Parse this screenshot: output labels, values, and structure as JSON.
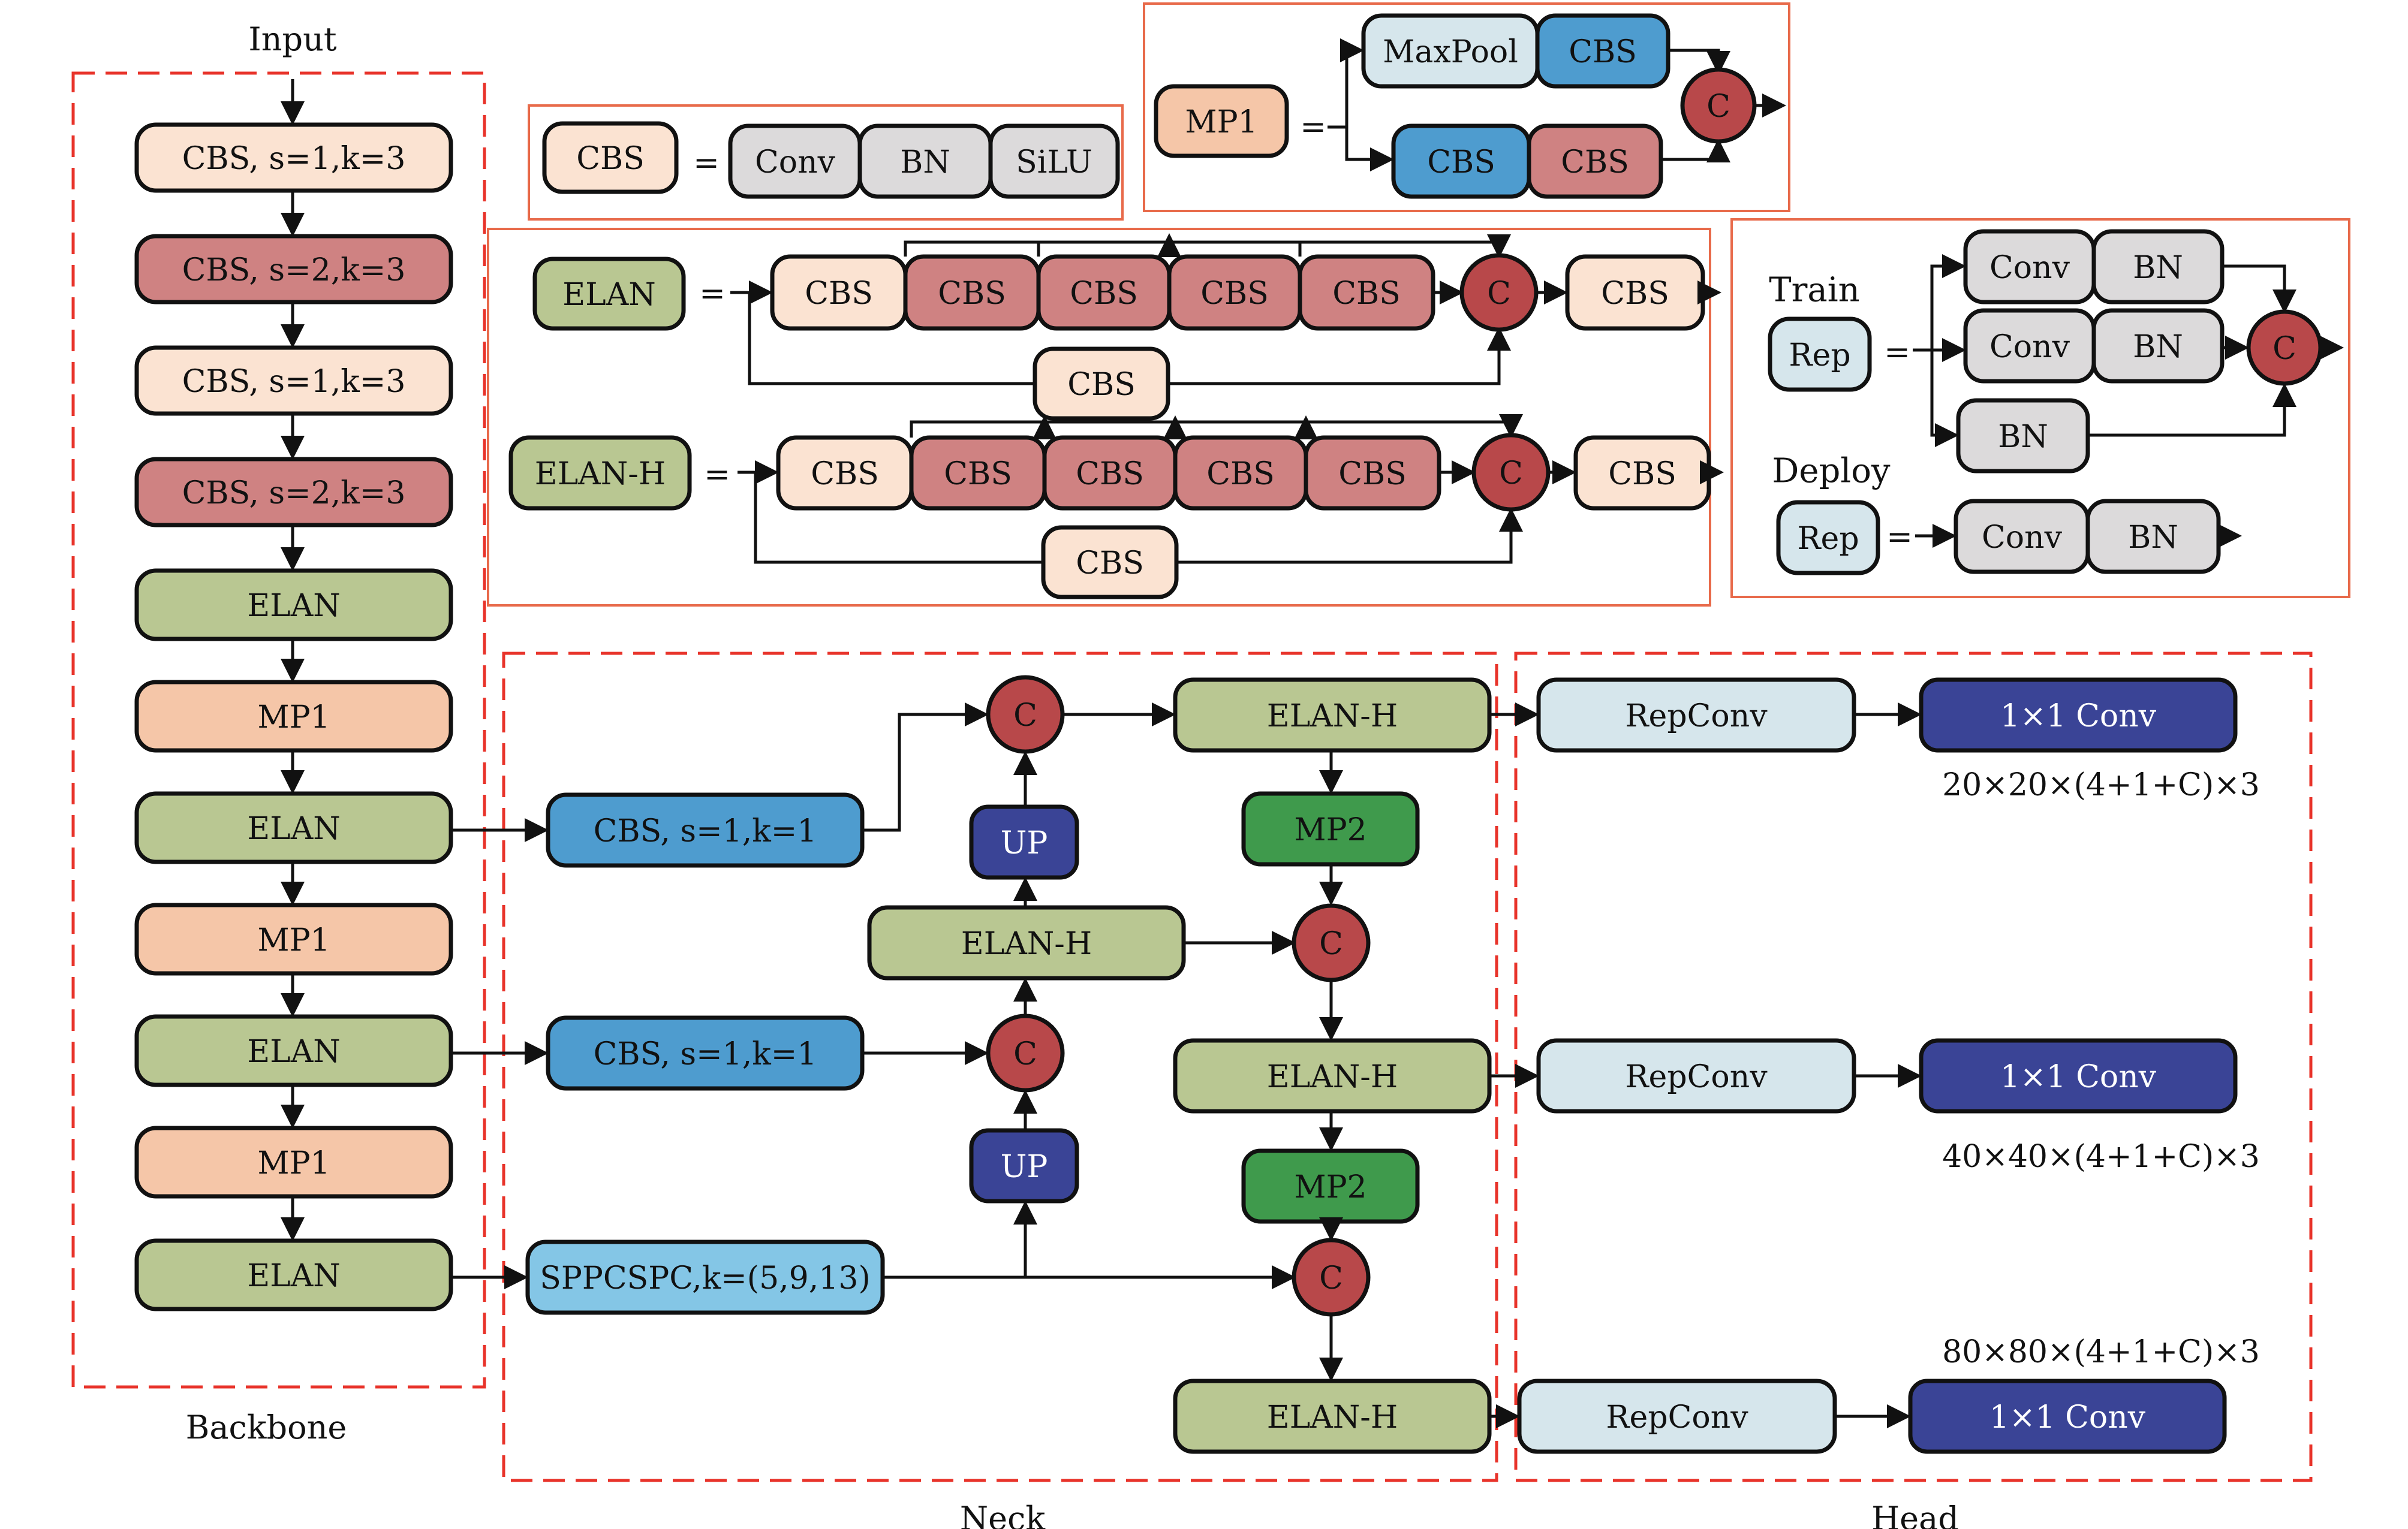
{
  "colors": {
    "cbs": "#fbe3d2",
    "cbs_s2": "#cf8282",
    "elan": "#b9c792",
    "mp1": "#f5c6a8",
    "conv_gray": "#dcdadb",
    "blue": "#4e9ccf",
    "light_blue": "#84c6e6",
    "navy": "#3a4496",
    "mp2": "#3f9a4c",
    "concat": "#b8484a",
    "rep": "#d6e6ec"
  },
  "labels": {
    "input": "Input",
    "backbone": "Backbone",
    "neck": "Neck",
    "head": "Head",
    "train": "Train",
    "deploy": "Deploy",
    "equals": "="
  },
  "backbone": {
    "cbs_s1": "CBS, s=1,k=3",
    "cbs_s2": "CBS, s=2,k=3",
    "elan": "ELAN",
    "mp1": "MP1"
  },
  "legend": {
    "cbs": "CBS",
    "conv": "Conv",
    "bn": "BN",
    "silu": "SiLU",
    "mp1": "MP1",
    "maxpool": "MaxPool",
    "concat": "C",
    "elan": "ELAN",
    "elan_h": "ELAN-H",
    "rep": "Rep"
  },
  "neck": {
    "cbs_lateral": "CBS, s=1,k=1",
    "sppcspc": "SPPCSPC,k=(5,9,13)",
    "up": "UP",
    "elan_h": "ELAN-H",
    "mp2": "MP2",
    "concat": "C"
  },
  "head": {
    "repconv": "RepConv",
    "conv_1x1": "1×1 Conv",
    "outputs": [
      "20×20×(4+1+C)×3",
      "40×40×(4+1+C)×3",
      "80×80×(4+1+C)×3"
    ]
  }
}
